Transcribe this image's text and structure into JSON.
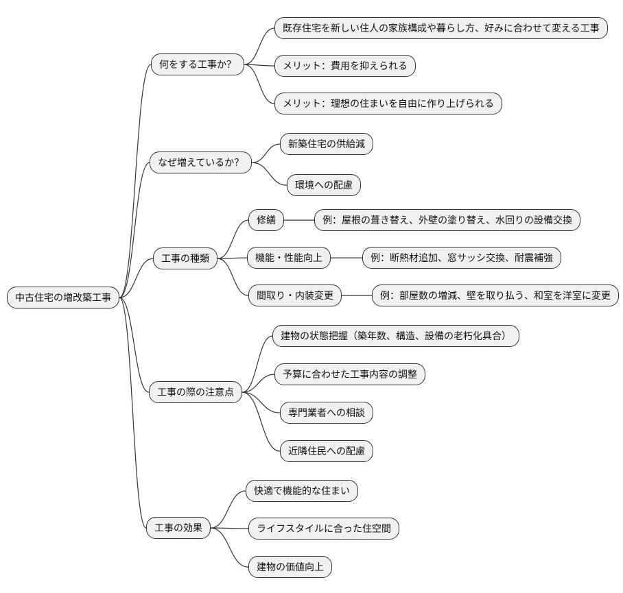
{
  "diagram_type": "mindmap",
  "colors": {
    "background": "#ffffff",
    "node_fill": "#f0f0f0",
    "node_border": "#333333",
    "edge": "#333333"
  },
  "nodes": {
    "root": {
      "label": "中古住宅の増改築工事"
    },
    "b1": {
      "label": "何をする工事か？"
    },
    "b1c1": {
      "label": "既存住宅を新しい住人の家族構成や暮らし方、好みに合わせて変える工事"
    },
    "b1c2": {
      "label": "メリット：費用を抑えられる"
    },
    "b1c3": {
      "label": "メリット：理想の住まいを自由に作り上げられる"
    },
    "b2": {
      "label": "なぜ増えているか？"
    },
    "b2c1": {
      "label": "新築住宅の供給減"
    },
    "b2c2": {
      "label": "環境への配慮"
    },
    "b3": {
      "label": "工事の種類"
    },
    "b3c1": {
      "label": "修繕"
    },
    "b3c1e": {
      "label": "例：屋根の葺き替え、外壁の塗り替え、水回りの設備交換"
    },
    "b3c2": {
      "label": "機能・性能向上"
    },
    "b3c2e": {
      "label": "例：断熱材追加、窓サッシ交換、耐震補強"
    },
    "b3c3": {
      "label": "間取り・内装変更"
    },
    "b3c3e": {
      "label": "例：部屋数の増減、壁を取り払う、和室を洋室に変更"
    },
    "b4": {
      "label": "工事の際の注意点"
    },
    "b4c1": {
      "label": "建物の状態把握（築年数、構造、設備の老朽化具合）"
    },
    "b4c2": {
      "label": "予算に合わせた工事内容の調整"
    },
    "b4c3": {
      "label": "専門業者への相談"
    },
    "b4c4": {
      "label": "近隣住民への配慮"
    },
    "b5": {
      "label": "工事の効果"
    },
    "b5c1": {
      "label": "快適で機能的な住まい"
    },
    "b5c2": {
      "label": "ライフスタイルに合った住空間"
    },
    "b5c3": {
      "label": "建物の価値向上"
    }
  },
  "edges": [
    [
      "root",
      "b1"
    ],
    [
      "root",
      "b2"
    ],
    [
      "root",
      "b3"
    ],
    [
      "root",
      "b4"
    ],
    [
      "root",
      "b5"
    ],
    [
      "b1",
      "b1c1"
    ],
    [
      "b1",
      "b1c2"
    ],
    [
      "b1",
      "b1c3"
    ],
    [
      "b2",
      "b2c1"
    ],
    [
      "b2",
      "b2c2"
    ],
    [
      "b3",
      "b3c1"
    ],
    [
      "b3",
      "b3c2"
    ],
    [
      "b3",
      "b3c3"
    ],
    [
      "b3c1",
      "b3c1e"
    ],
    [
      "b3c2",
      "b3c2e"
    ],
    [
      "b3c3",
      "b3c3e"
    ],
    [
      "b4",
      "b4c1"
    ],
    [
      "b4",
      "b4c2"
    ],
    [
      "b4",
      "b4c3"
    ],
    [
      "b4",
      "b4c4"
    ],
    [
      "b5",
      "b5c1"
    ],
    [
      "b5",
      "b5c2"
    ],
    [
      "b5",
      "b5c3"
    ]
  ]
}
